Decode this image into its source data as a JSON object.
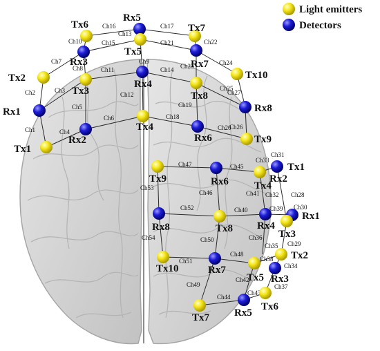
{
  "legend": {
    "emitters_label": "Light emitters",
    "detectors_label": "Detectors"
  },
  "colors": {
    "emitter": "#f2e200",
    "detector": "#1a1acc",
    "channel": "#2a2a2a",
    "brain": "#d4d4d4"
  },
  "frontal_optodes": [
    {
      "id": "Tx6",
      "type": "emitter"
    },
    {
      "id": "Rx5",
      "type": "detector"
    },
    {
      "id": "Tx7",
      "type": "emitter"
    },
    {
      "id": "Rx3",
      "type": "detector"
    },
    {
      "id": "Tx5",
      "type": "emitter"
    },
    {
      "id": "Rx7",
      "type": "detector"
    },
    {
      "id": "Tx2",
      "type": "emitter"
    },
    {
      "id": "Tx3",
      "type": "emitter"
    },
    {
      "id": "Rx4",
      "type": "detector"
    },
    {
      "id": "Tx8",
      "type": "emitter"
    },
    {
      "id": "Tx10",
      "type": "emitter"
    },
    {
      "id": "Rx1",
      "type": "detector"
    },
    {
      "id": "Rx8",
      "type": "detector"
    },
    {
      "id": "Rx2",
      "type": "detector"
    },
    {
      "id": "Tx4",
      "type": "emitter"
    },
    {
      "id": "Rx6",
      "type": "detector"
    },
    {
      "id": "Tx9",
      "type": "emitter"
    },
    {
      "id": "Tx1",
      "type": "emitter"
    }
  ],
  "frontal_channels": [
    "Ch16",
    "Ch17",
    "Ch13",
    "Ch10",
    "Ch15",
    "Ch21",
    "Ch22",
    "Ch7",
    "Ch9",
    "Ch23",
    "Ch24",
    "Ch8",
    "Ch11",
    "Ch14",
    "Ch2",
    "Ch3",
    "Ch12",
    "Ch25",
    "Ch27",
    "Ch5",
    "Ch19",
    "Ch1",
    "Ch6",
    "Ch18",
    "Ch4",
    "Ch20",
    "Ch26"
  ],
  "parietal_optodes": [
    {
      "id": "Tx9",
      "type": "emitter"
    },
    {
      "id": "Rx6",
      "type": "detector"
    },
    {
      "id": "Tx4",
      "type": "emitter"
    },
    {
      "id": "Rx2",
      "type": "detector"
    },
    {
      "id": "Tx1",
      "type": "emitter"
    },
    {
      "id": "Rx8",
      "type": "detector"
    },
    {
      "id": "Tx8",
      "type": "emitter"
    },
    {
      "id": "Rx4",
      "type": "detector"
    },
    {
      "id": "Rx1",
      "type": "detector"
    },
    {
      "id": "Tx3",
      "type": "emitter"
    },
    {
      "id": "Tx10",
      "type": "emitter"
    },
    {
      "id": "Rx7",
      "type": "detector"
    },
    {
      "id": "Tx5",
      "type": "emitter"
    },
    {
      "id": "Tx2",
      "type": "emitter"
    },
    {
      "id": "Rx3",
      "type": "detector"
    },
    {
      "id": "Tx7",
      "type": "emitter"
    },
    {
      "id": "Rx5",
      "type": "detector"
    },
    {
      "id": "Tx6",
      "type": "emitter"
    }
  ],
  "parietal_channels": [
    "Ch47",
    "Ch45",
    "Ch33",
    "Ch31",
    "Ch53",
    "Ch46",
    "Ch41",
    "Ch32",
    "Ch28",
    "Ch52",
    "Ch40",
    "Ch39",
    "Ch30",
    "Ch54",
    "Ch50",
    "Ch36",
    "Ch29",
    "Ch51",
    "Ch48",
    "Ch35",
    "Ch38",
    "Ch34",
    "Ch49",
    "Ch42",
    "Ch37",
    "Ch44",
    "Ch43"
  ]
}
